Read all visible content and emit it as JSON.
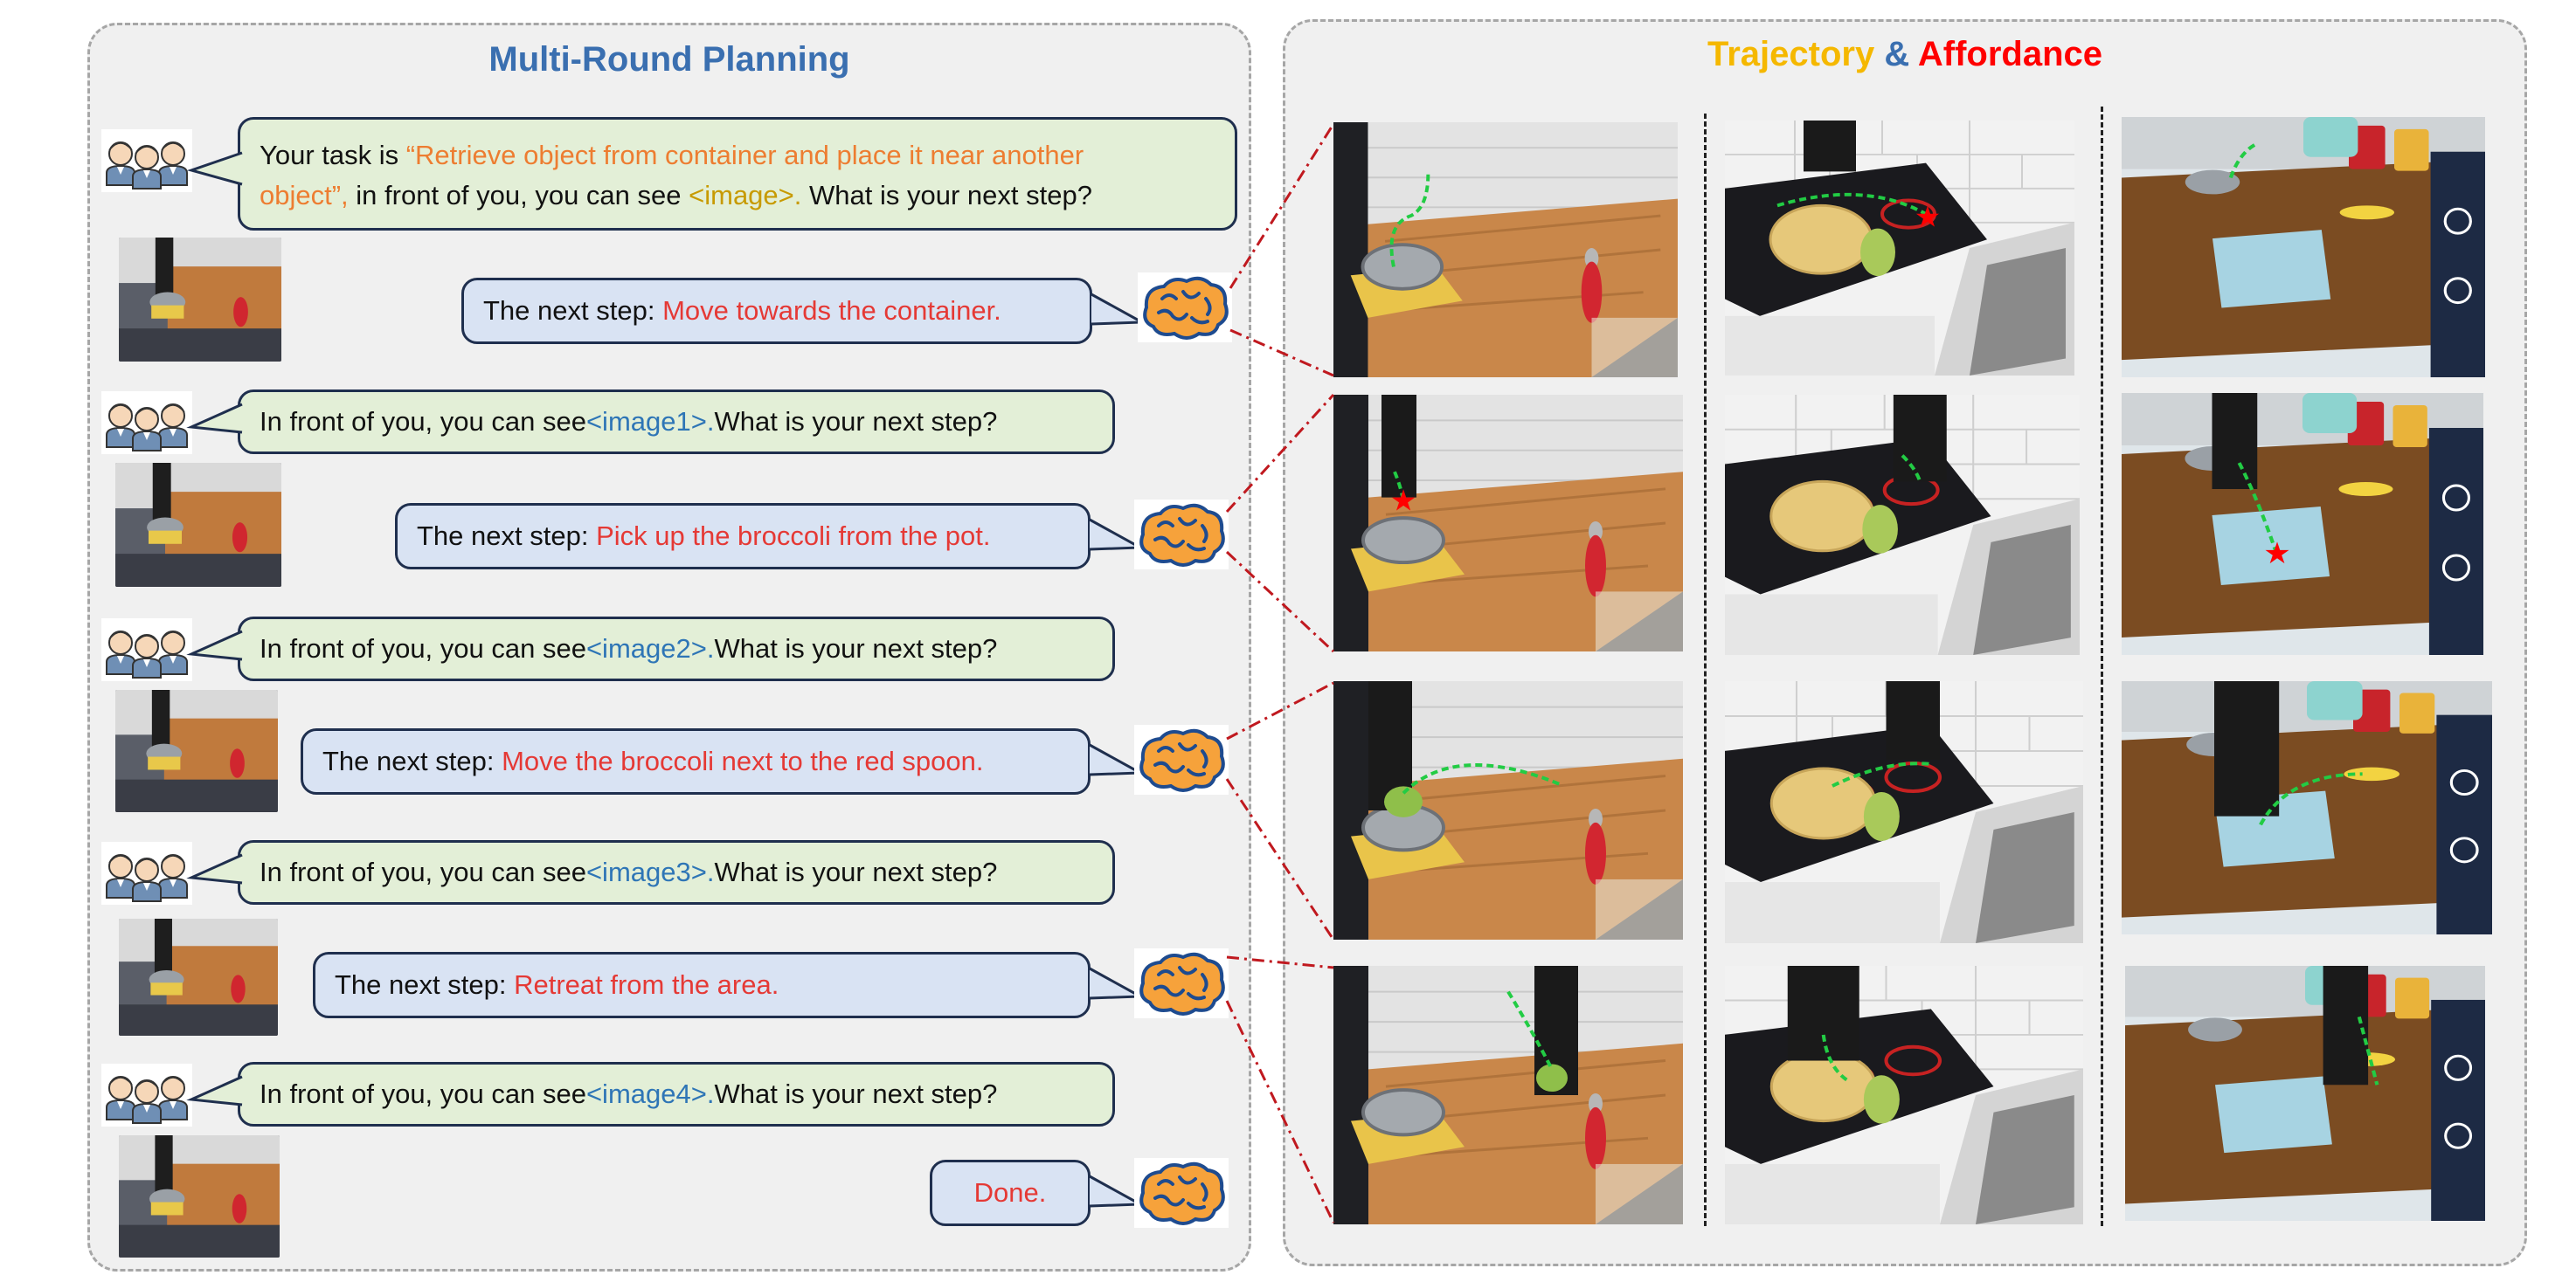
{
  "left_panel": {
    "title": "Multi-Round Planning",
    "title_color": "#3a6fb0",
    "task_prefix": "Your task is ",
    "task_quote_line1": "“Retrieve object from container and place it near another",
    "task_quote_line2": "object”,",
    "task_mid": " in front of you, you can see ",
    "task_image": "<image>.",
    "task_suffix": " What is your next step?",
    "rounds": [
      {
        "prefix": "In front of you, you can see ",
        "image": "<image1>.",
        "suffix": " What is your next step?"
      },
      {
        "prefix": "In front of you, you can see ",
        "image": "<image2>.",
        "suffix": " What is your next step?"
      },
      {
        "prefix": "In front of you, you can see ",
        "image": "<image3>.",
        "suffix": " What is your next step?"
      },
      {
        "prefix": "In front of you, you can see ",
        "image": "<image4>.",
        "suffix": " What is your next step?"
      }
    ],
    "answer_prefix": "The next step: ",
    "answers": [
      "Move towards the container.",
      "Pick up the broccoli from the pot.",
      "Move the broccoli next to the red spoon.",
      "Retreat from the area."
    ],
    "final_answer": "Done."
  },
  "right_panel": {
    "title_part1": "Trajectory",
    "title_amp": "&",
    "title_part2": "Affordance",
    "colors": {
      "trajectory": "#f5b800",
      "amp": "#3a6fb0",
      "affordance": "#ff0000"
    }
  },
  "colors": {
    "user_bubble": "#e3efd7",
    "answer_bubble": "#d9e3f3",
    "highlight_red": "#e53935",
    "highlight_blue": "#2e75b6",
    "highlight_orange": "#ed7d31",
    "trajectory_line": "#22cc44",
    "affordance_star": "#ff0000"
  }
}
